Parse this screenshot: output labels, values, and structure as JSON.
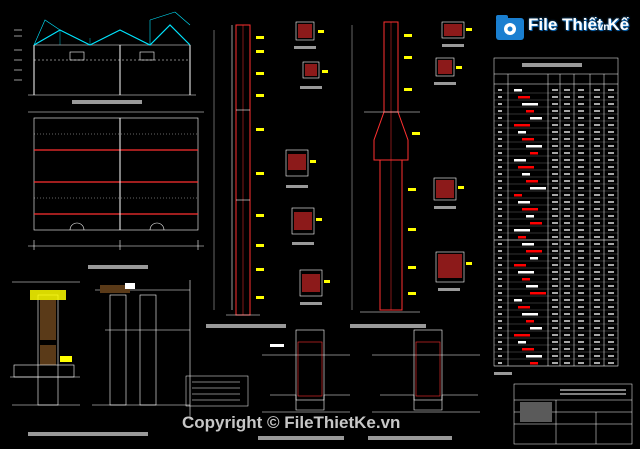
{
  "watermark": {
    "logo_text": "File Thiết Kế",
    "logo_domain": ".vn",
    "copyright": "Copyright © FileThietKe.vn"
  },
  "colors": {
    "background": "#000000",
    "line_white": "#ffffff",
    "line_cyan": "#00e5ff",
    "rebar_red": "#ff3030",
    "label_yellow": "#ffff00",
    "highlight_red": "#ff0000",
    "logo_blue": "#1a7fd0"
  },
  "icons": {
    "logo": "folder-gear-icon",
    "copyright_mark": "copyright-icon"
  }
}
